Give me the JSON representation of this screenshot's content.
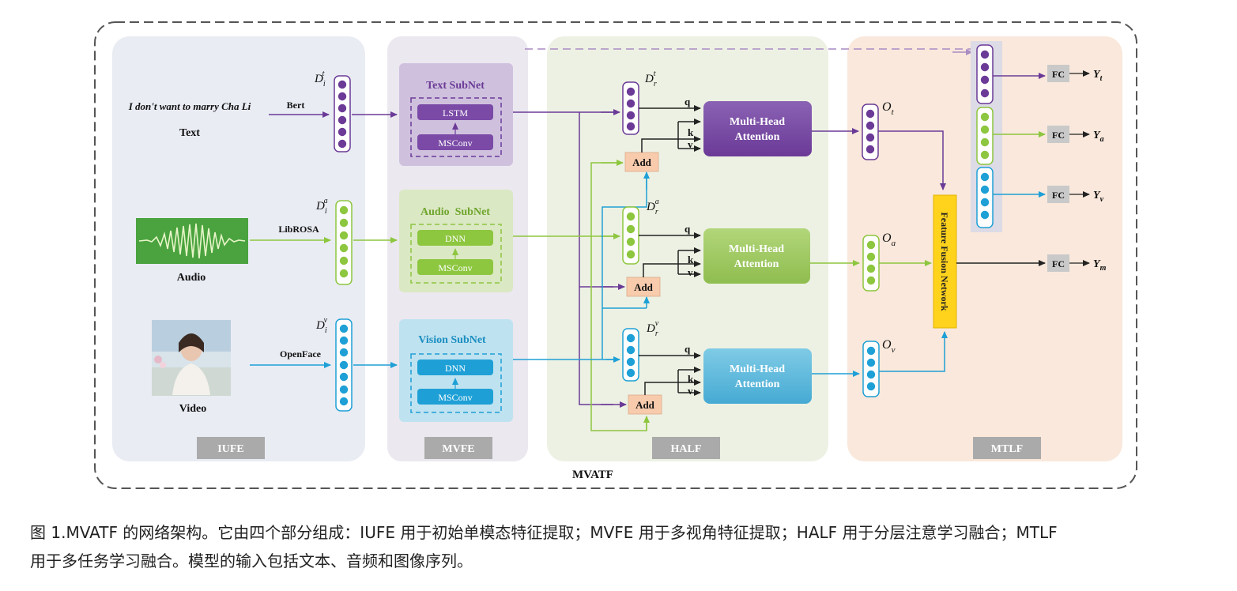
{
  "sections": {
    "iufe": "IUFE",
    "mvfe": "MVFE",
    "half": "HALF",
    "mtlf": "MTLF",
    "overall": "MVATF"
  },
  "inputs": {
    "text_sample": "I don't want to marry Cha Li",
    "text_label": "Text",
    "audio_label": "Audio",
    "video_label": "Video"
  },
  "extractors": {
    "text": "Bert",
    "audio": "LibROSA",
    "video": "OpenFace"
  },
  "vectors": {
    "d_base": "D",
    "d_sub": "i",
    "r_sub": "r",
    "t_sup": "t",
    "a_sup": "a",
    "v_sup": "v"
  },
  "subnets": {
    "text": {
      "title": "Text SubNet",
      "top": "LSTM",
      "bottom": "MSConv"
    },
    "audio": {
      "title": "Audio  SubNet",
      "top": "DNN",
      "bottom": "MSConv"
    },
    "vision": {
      "title": "Vision SubNet",
      "top": "DNN",
      "bottom": "MSConv"
    }
  },
  "attention": {
    "line1": "Multi-Head",
    "line2": "Attention",
    "q": "q",
    "k": "k",
    "v": "v",
    "add": "Add"
  },
  "outputs_o": {
    "base": "O",
    "t": "t",
    "a": "a",
    "v": "v"
  },
  "fusion": "Feature Fusion Network",
  "heads": {
    "fc": "FC",
    "y_base": "Y",
    "t": "t",
    "a": "a",
    "v": "v",
    "m": "m"
  },
  "colors": {
    "text": "#6b3a97",
    "audio": "#8dc63f",
    "vision": "#1ea0d6",
    "black": "#222222"
  },
  "caption": {
    "line1": "图 1.MVATF 的网络架构。它由四个部分组成：IUFE 用于初始单模态特征提取；MVFE 用于多视角特征提取；HALF 用于分层注意学习融合；MTLF",
    "line2": "用于多任务学习融合。模型的输入包括文本、音频和图像序列。"
  }
}
